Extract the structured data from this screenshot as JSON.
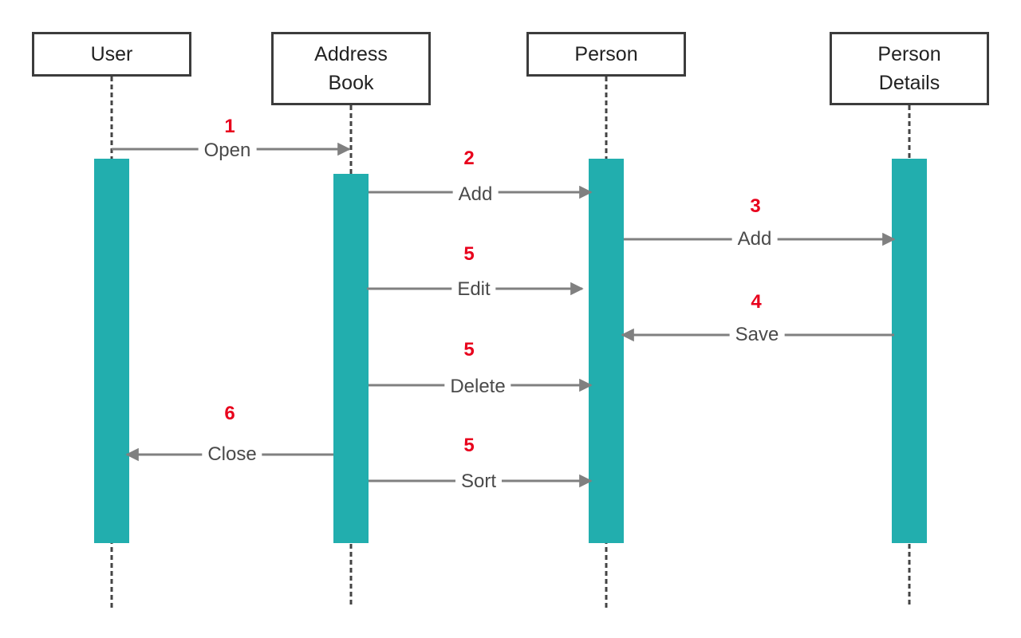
{
  "colors": {
    "box_border": "#3c3c3c",
    "lifeline": "#444444",
    "activation": "#22aeae",
    "arrow": "#808080",
    "label_text": "#4a4a4a",
    "number": "#e8001c"
  },
  "actors": [
    {
      "id": "user",
      "label": "User"
    },
    {
      "id": "address-book",
      "label": "Address\nBook"
    },
    {
      "id": "person",
      "label": "Person"
    },
    {
      "id": "person-details",
      "label": "Person\nDetails"
    }
  ],
  "messages": [
    {
      "number": "1",
      "label": "Open",
      "from": "user",
      "to": "address-book"
    },
    {
      "number": "2",
      "label": "Add",
      "from": "address-book",
      "to": "person"
    },
    {
      "number": "3",
      "label": "Add",
      "from": "person",
      "to": "person-details"
    },
    {
      "number": "5",
      "label": "Edit",
      "from": "address-book",
      "to": "person"
    },
    {
      "number": "4",
      "label": "Save",
      "from": "person-details",
      "to": "person"
    },
    {
      "number": "5",
      "label": "Delete",
      "from": "address-book",
      "to": "person"
    },
    {
      "number": "6",
      "label": "Close",
      "from": "address-book",
      "to": "user"
    },
    {
      "number": "5",
      "label": "Sort",
      "from": "address-book",
      "to": "person"
    }
  ]
}
